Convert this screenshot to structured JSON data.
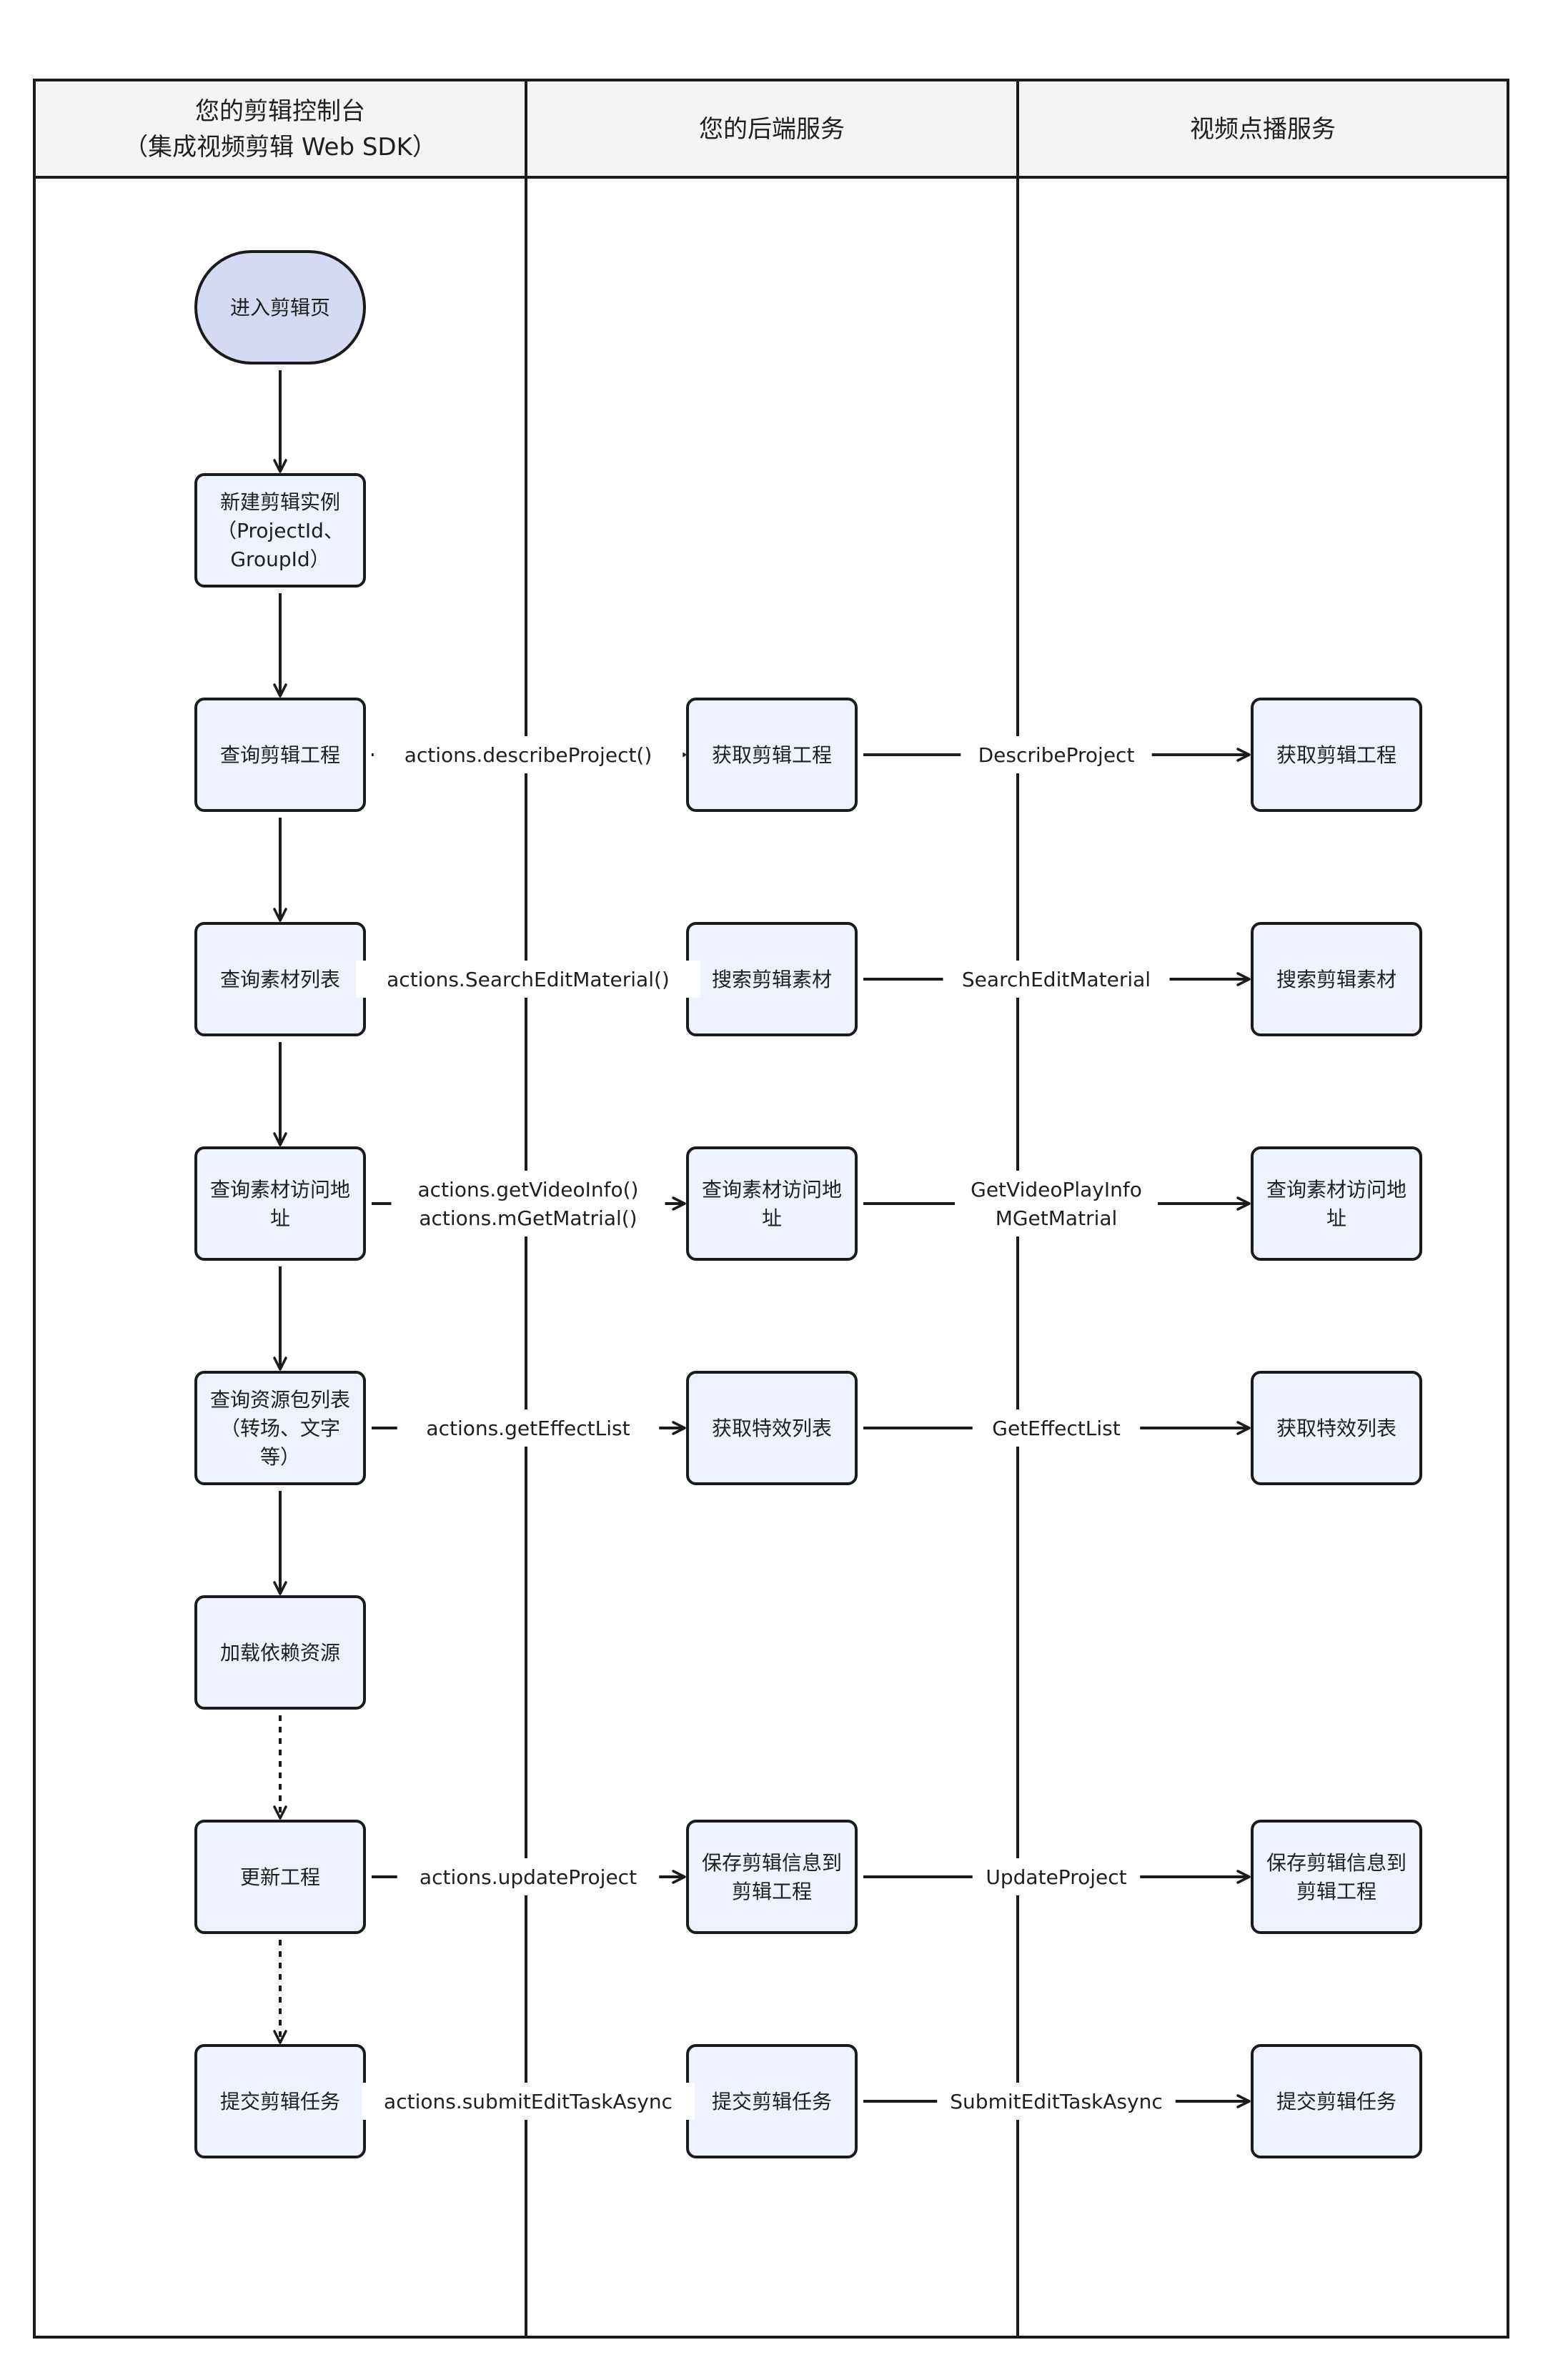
{
  "lanes": [
    {
      "title_lines": [
        "您的剪辑控制台",
        "（集成视频剪辑 Web SDK）"
      ]
    },
    {
      "title_lines": [
        "您的后端服务"
      ]
    },
    {
      "title_lines": [
        "视频点播服务"
      ]
    }
  ],
  "colors": {
    "start_fill": "#d5daf3",
    "node_fill": "#eef2fc",
    "header_fill": "#f4f4f4",
    "stroke": "#1a1a1a"
  },
  "nodes": [
    {
      "id": "start",
      "lane": 0,
      "row": 0,
      "shape": "stadium",
      "lines": [
        "进入剪辑页"
      ]
    },
    {
      "id": "new_instance",
      "lane": 0,
      "row": 1,
      "lines": [
        "新建剪辑实例",
        "（ProjectId、",
        "GroupId）"
      ]
    },
    {
      "id": "query_project",
      "lane": 0,
      "row": 2,
      "lines": [
        "查询剪辑工程"
      ]
    },
    {
      "id": "query_material_list",
      "lane": 0,
      "row": 3,
      "lines": [
        "查询素材列表"
      ]
    },
    {
      "id": "query_material_url",
      "lane": 0,
      "row": 4,
      "lines": [
        "查询素材访问地",
        "址"
      ]
    },
    {
      "id": "query_resource_list",
      "lane": 0,
      "row": 5,
      "lines": [
        "查询资源包列表",
        "（转场、文字",
        "等）"
      ]
    },
    {
      "id": "load_deps",
      "lane": 0,
      "row": 6,
      "lines": [
        "加载依赖资源"
      ]
    },
    {
      "id": "update_project",
      "lane": 0,
      "row": 7,
      "lines": [
        "更新工程"
      ]
    },
    {
      "id": "submit_task",
      "lane": 0,
      "row": 8,
      "lines": [
        "提交剪辑任务"
      ]
    },
    {
      "id": "be_get_project",
      "lane": 1,
      "row": 2,
      "lines": [
        "获取剪辑工程"
      ]
    },
    {
      "id": "be_search_material",
      "lane": 1,
      "row": 3,
      "lines": [
        "搜索剪辑素材"
      ]
    },
    {
      "id": "be_query_url",
      "lane": 1,
      "row": 4,
      "lines": [
        "查询素材访问地",
        "址"
      ]
    },
    {
      "id": "be_get_effects",
      "lane": 1,
      "row": 5,
      "lines": [
        "获取特效列表"
      ]
    },
    {
      "id": "be_save_project",
      "lane": 1,
      "row": 7,
      "lines": [
        "保存剪辑信息到",
        "剪辑工程"
      ]
    },
    {
      "id": "be_submit_task",
      "lane": 1,
      "row": 8,
      "lines": [
        "提交剪辑任务"
      ]
    },
    {
      "id": "vod_get_project",
      "lane": 2,
      "row": 2,
      "lines": [
        "获取剪辑工程"
      ]
    },
    {
      "id": "vod_search_material",
      "lane": 2,
      "row": 3,
      "lines": [
        "搜索剪辑素材"
      ]
    },
    {
      "id": "vod_query_url",
      "lane": 2,
      "row": 4,
      "lines": [
        "查询素材访问地",
        "址"
      ]
    },
    {
      "id": "vod_get_effects",
      "lane": 2,
      "row": 5,
      "lines": [
        "获取特效列表"
      ]
    },
    {
      "id": "vod_save_project",
      "lane": 2,
      "row": 7,
      "lines": [
        "保存剪辑信息到",
        "剪辑工程"
      ]
    },
    {
      "id": "vod_submit_task",
      "lane": 2,
      "row": 8,
      "lines": [
        "提交剪辑任务"
      ]
    }
  ],
  "edges": [
    {
      "from": "start",
      "to": "new_instance",
      "style": "solid"
    },
    {
      "from": "new_instance",
      "to": "query_project",
      "style": "solid"
    },
    {
      "from": "query_project",
      "to": "query_material_list",
      "style": "solid"
    },
    {
      "from": "query_material_list",
      "to": "query_material_url",
      "style": "solid"
    },
    {
      "from": "query_material_url",
      "to": "query_resource_list",
      "style": "solid"
    },
    {
      "from": "query_resource_list",
      "to": "load_deps",
      "style": "solid"
    },
    {
      "from": "load_deps",
      "to": "update_project",
      "style": "dotted"
    },
    {
      "from": "update_project",
      "to": "submit_task",
      "style": "dotted"
    },
    {
      "from": "query_project",
      "to": "be_get_project",
      "style": "solid",
      "label_lines": [
        "actions.describeProject()"
      ]
    },
    {
      "from": "query_material_list",
      "to": "be_search_material",
      "style": "solid",
      "label_lines": [
        "actions.SearchEditMaterial()"
      ]
    },
    {
      "from": "query_material_url",
      "to": "be_query_url",
      "style": "solid",
      "label_lines": [
        "actions.getVideoInfo()",
        "actions.mGetMatrial()"
      ]
    },
    {
      "from": "query_resource_list",
      "to": "be_get_effects",
      "style": "solid",
      "label_lines": [
        "actions.getEffectList"
      ]
    },
    {
      "from": "update_project",
      "to": "be_save_project",
      "style": "solid",
      "label_lines": [
        "actions.updateProject"
      ]
    },
    {
      "from": "submit_task",
      "to": "be_submit_task",
      "style": "dotted",
      "label_lines": [
        "actions.submitEditTaskAsync"
      ]
    },
    {
      "from": "be_get_project",
      "to": "vod_get_project",
      "style": "solid",
      "label_lines": [
        "DescribeProject"
      ]
    },
    {
      "from": "be_search_material",
      "to": "vod_search_material",
      "style": "solid",
      "label_lines": [
        "SearchEditMaterial"
      ]
    },
    {
      "from": "be_query_url",
      "to": "vod_query_url",
      "style": "solid",
      "label_lines": [
        "GetVideoPlayInfo",
        "MGetMatrial"
      ]
    },
    {
      "from": "be_get_effects",
      "to": "vod_get_effects",
      "style": "solid",
      "label_lines": [
        "GetEffectList"
      ]
    },
    {
      "from": "be_save_project",
      "to": "vod_save_project",
      "style": "solid",
      "label_lines": [
        "UpdateProject"
      ]
    },
    {
      "from": "be_submit_task",
      "to": "vod_submit_task",
      "style": "solid",
      "label_lines": [
        "SubmitEditTaskAsync"
      ]
    }
  ]
}
